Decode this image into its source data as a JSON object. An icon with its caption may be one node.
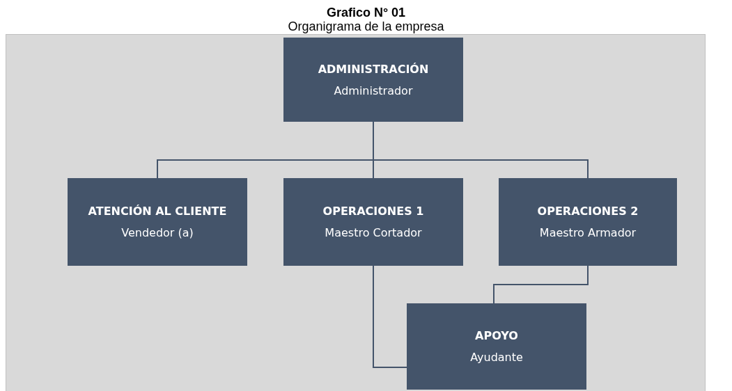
{
  "diagram": {
    "title": "Grafico N° 01",
    "caption": "Organigrama de la empresa",
    "nodes": [
      {
        "text": [
          "ADMINISTRACIÓN",
          "Administrador"
        ]
      },
      {
        "text": [
          "ATENCIÓN AL CLIENTE",
          "Vendedor (a)"
        ]
      },
      {
        "text": [
          "OPERACIONES 1",
          "Maestro Cortador"
        ]
      },
      {
        "text": [
          "OPERACIONES 2",
          "Maestro Armador"
        ]
      },
      {
        "text": [
          "APOYO",
          "Ayudante"
        ]
      }
    ],
    "edges": [
      {
        "from": 0,
        "to": 1,
        "arrow": "none"
      },
      {
        "from": 0,
        "to": 2,
        "arrow": "none"
      },
      {
        "from": 0,
        "to": 3,
        "arrow": "none"
      },
      {
        "from": 2,
        "to": 4,
        "arrow": "none"
      },
      {
        "from": 3,
        "to": 4,
        "arrow": "none"
      }
    ]
  }
}
